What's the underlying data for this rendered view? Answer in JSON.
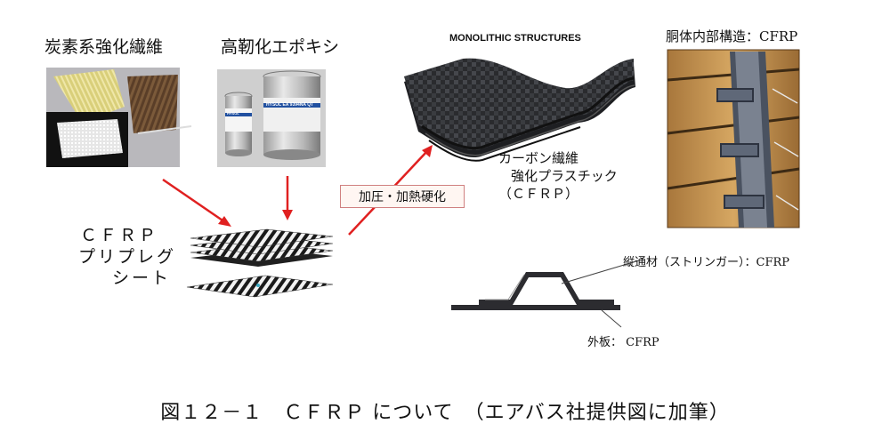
{
  "labels": {
    "carbon_fiber": "炭素系強化繊維",
    "epoxy": "高靭化エポキシ",
    "prepreg_lines": [
      "ＣＦＲＰ",
      "プリプレグ",
      "シート"
    ],
    "process": "加圧・加熱硬化",
    "monolithic": "MONOLITHIC STRUCTURES",
    "cfrp_full_lines": [
      "カーボン繊維",
      "強化プラスチック",
      "（ＣＦＲＰ）"
    ],
    "fuselage": "胴体内部構造：CFRP",
    "stringer": "縦通材（ストリンガー）：CFRP",
    "skin": "外板： CFRP"
  },
  "can_labels": {
    "large": "HYSOL EA 9394NA QT",
    "small": "HYSOL"
  },
  "caption": "図１２－１　ＣＦＲＰ について　（エアバス社提供図に加筆）",
  "colors": {
    "arrow": "#e02020",
    "process_border": "#d08080",
    "laminate_body": "#2c2c30"
  }
}
